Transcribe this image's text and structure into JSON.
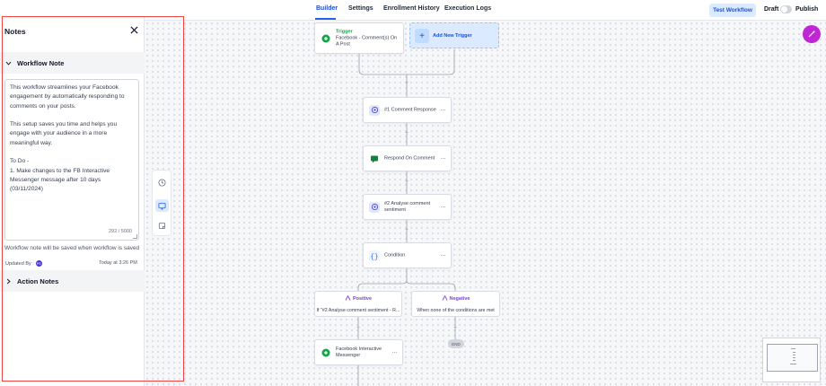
{
  "header": {
    "tabs": [
      {
        "label": "Builder"
      },
      {
        "label": "Settings"
      },
      {
        "label": "Enrollment History"
      },
      {
        "label": "Execution Logs"
      }
    ],
    "test_button": "Test Workflow",
    "draft_label": "Draft",
    "publish_label": "Publish"
  },
  "notes": {
    "title": "Notes",
    "workflow_section": "Workflow Note",
    "note_text": "This workflow streamlines your Facebook engagement by automatically responding to comments on your posts.\n\nThis setup saves you time and helps you engage with your audience in a more meaningful way.\n\nTo Do -\n1. Make changes to the FB Interactive Messenger message after 10 days (03/11/2024)",
    "char_count": "292 / 5000",
    "save_hint": "Workflow note will be saved when workflow is saved",
    "updated_by_label": "Updated By :",
    "avatar_initials": "PS",
    "updated_time": "Today at 3:26 PM",
    "action_section": "Action Notes"
  },
  "canvas": {
    "trigger": {
      "tag": "Trigger",
      "text": "Facebook - Comment(s) On A Post"
    },
    "add_trigger": "Add New Trigger",
    "nodes": [
      {
        "label": "#1 Comment Response"
      },
      {
        "label": "Respond On Comment"
      },
      {
        "label": "#2 Analyse comment sentiment"
      },
      {
        "label": "Condition"
      }
    ],
    "branches": [
      {
        "name": "Positive",
        "text": "If \"#2 Analyse comment sentiment - R..."
      },
      {
        "name": "Negative",
        "text": "When none of the conditions are met"
      }
    ],
    "messenger_node": "Facebook Interactive Messenger",
    "end_label": "END",
    "dots": "···",
    "plus": "+"
  },
  "colors": {
    "accent": "#2563eb",
    "highlight_outline": "#ef4444",
    "magic": "#c026d3",
    "branch": "#7c3aed"
  }
}
